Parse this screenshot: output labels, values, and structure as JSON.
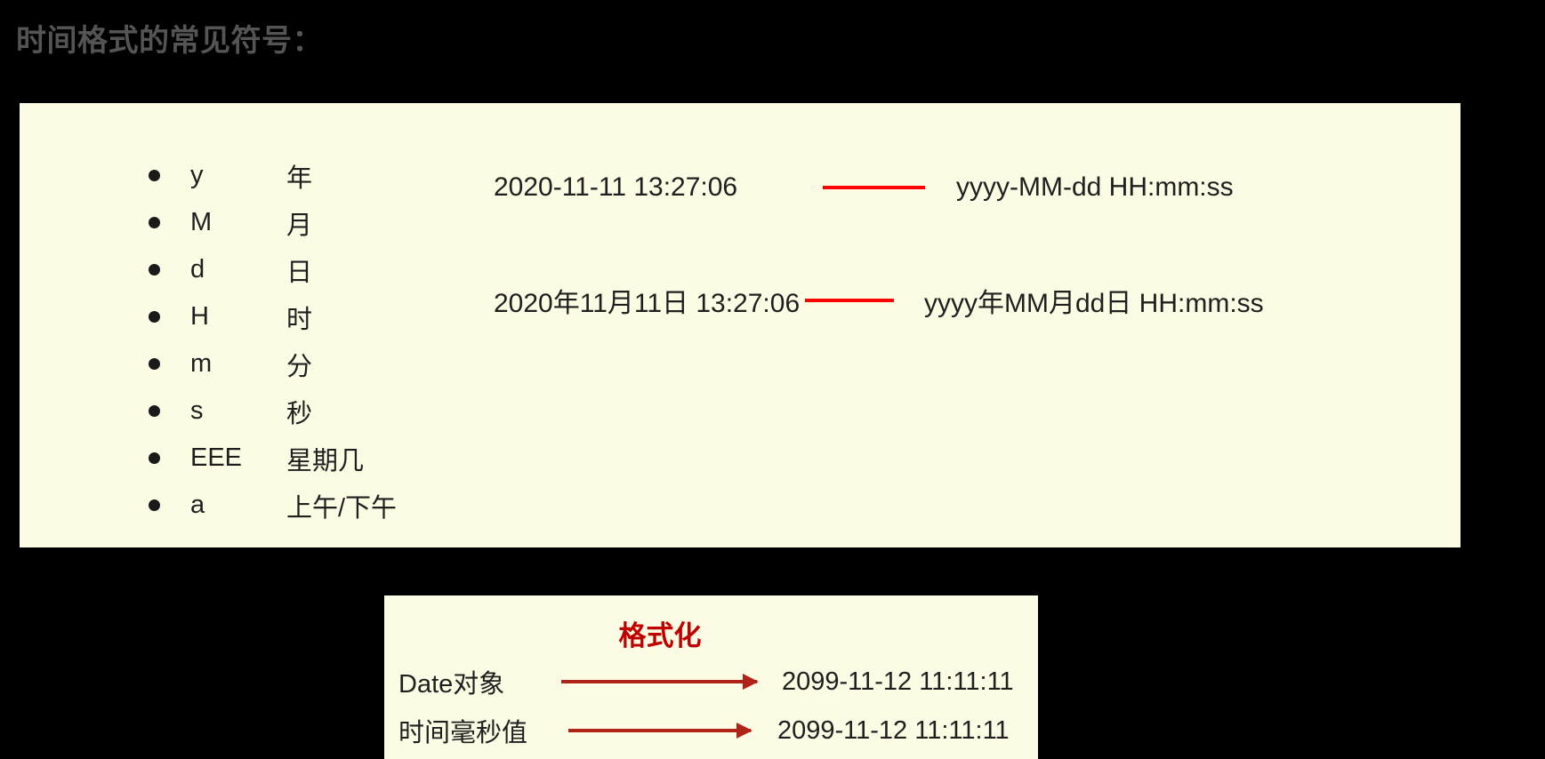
{
  "title": "时间格式的常见符号：",
  "colors": {
    "background": "#000000",
    "title_text": "#545454",
    "panel_bg": "#FCFBE3",
    "body_text": "#1F1F1F",
    "connector_red": "#FF0000",
    "heading_red": "#C00000",
    "arrow_red": "#B02418"
  },
  "symbols_panel": {
    "items": [
      {
        "letter": "y",
        "meaning": "年"
      },
      {
        "letter": "M",
        "meaning": "月"
      },
      {
        "letter": "d",
        "meaning": "日"
      },
      {
        "letter": "H",
        "meaning": "时"
      },
      {
        "letter": "m",
        "meaning": "分"
      },
      {
        "letter": "s",
        "meaning": "秒"
      },
      {
        "letter": "EEE",
        "meaning": "星期几"
      },
      {
        "letter": "a",
        "meaning": "上午/下午"
      }
    ],
    "examples": [
      {
        "sample": "2020-11-11 13:27:06",
        "pattern": "yyyy-MM-dd HH:mm:ss"
      },
      {
        "sample": "2020年11月11日 13:27:06",
        "pattern": "yyyy年MM月dd日 HH:mm:ss"
      }
    ]
  },
  "format_panel": {
    "heading": "格式化",
    "rows": [
      {
        "source": "Date对象",
        "result": "2099-11-12 11:11:11"
      },
      {
        "source": "时间毫秒值",
        "result": "2099-11-12 11:11:11"
      }
    ]
  }
}
